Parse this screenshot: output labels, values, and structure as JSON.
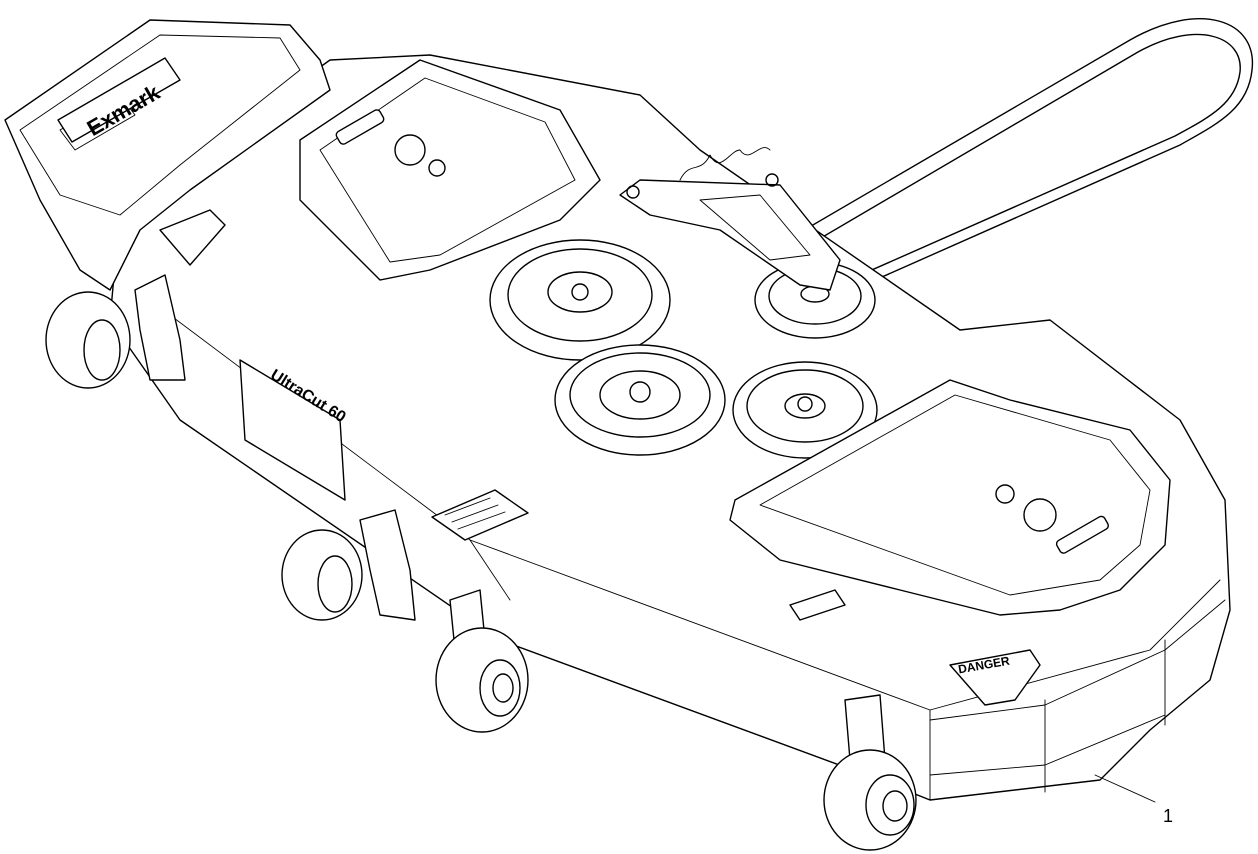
{
  "diagram": {
    "callouts": [
      {
        "number": "1"
      }
    ],
    "decals": {
      "brand": "Exmark",
      "model": "UltraCut 60",
      "danger": "DANGER"
    }
  }
}
